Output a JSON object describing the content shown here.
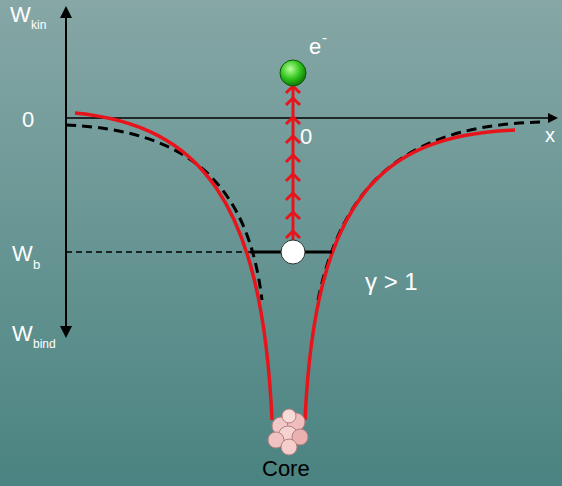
{
  "diagram": {
    "labels": [
      "W",
      "kin",
      "0",
      "x",
      "0",
      "e",
      "-",
      "W",
      "b",
      "γ > 1",
      "W",
      "bind",
      "Core"
    ]
  }
}
